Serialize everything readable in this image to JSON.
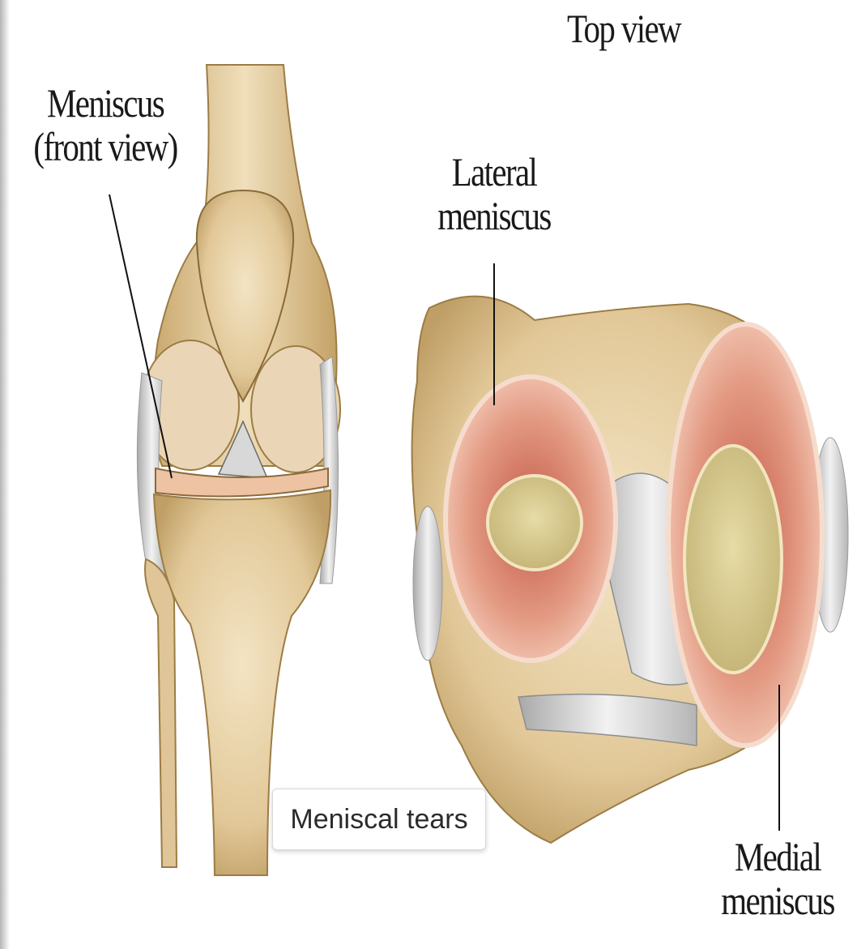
{
  "labels": {
    "top_view": "Top view",
    "meniscus_front_line1": "Meniscus",
    "meniscus_front_line2": "(front view)",
    "lateral_line1": "Lateral",
    "lateral_line2": "meniscus",
    "medial_line1": "Medial",
    "medial_line2": "meniscus"
  },
  "tooltip": {
    "text": "Meniscal tears"
  },
  "colors": {
    "bone": "#e2c898",
    "bone_light": "#f1e0bd",
    "bone_dark": "#b99a62",
    "meniscus": "#e49a83",
    "meniscus_dark": "#c8604d",
    "ligament": "#dcdcdc",
    "cartilage": "#d9c98e"
  }
}
